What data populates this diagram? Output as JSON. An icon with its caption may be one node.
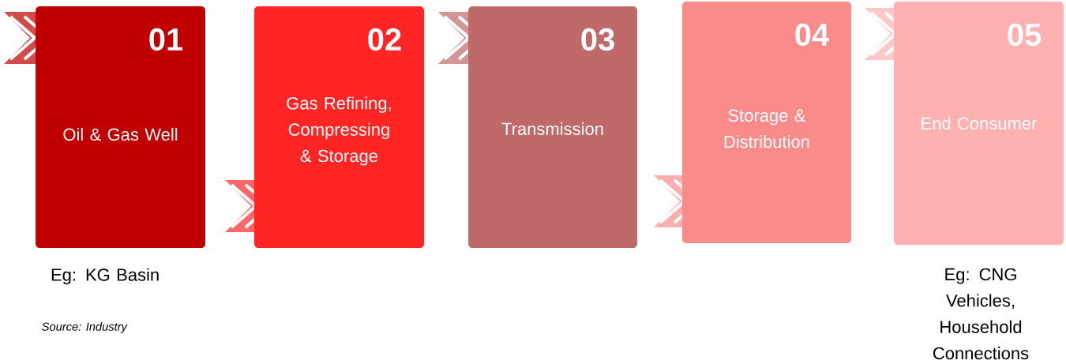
{
  "diagram": {
    "nodes": [
      {
        "text": [
          "01",
          "Oil & Gas Well"
        ],
        "beside": [
          "Eg: KG Basin"
        ]
      },
      {
        "text": [
          "02",
          "Gas Refining, Compressing & Storage"
        ]
      },
      {
        "text": [
          "03",
          "Transmission"
        ]
      },
      {
        "text": [
          "04",
          "Storage & Distribution"
        ]
      },
      {
        "text": [
          "05",
          "End Consumer"
        ],
        "beside": [
          "Eg: CNG Vehicles, Household Connections"
        ]
      }
    ],
    "edges": [],
    "labels": [
      "Source: Industry"
    ]
  }
}
